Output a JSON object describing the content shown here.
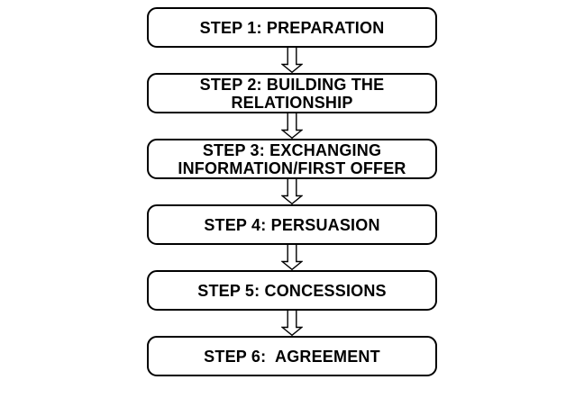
{
  "diagram": {
    "type": "flowchart",
    "direction": "top-down",
    "steps": [
      {
        "label": "STEP 1: PREPARATION"
      },
      {
        "label": "STEP 2: BUILDING THE\nRELATIONSHIP"
      },
      {
        "label": "STEP 3: EXCHANGING\nINFORMATION/FIRST OFFER"
      },
      {
        "label": "STEP 4: PERSUASION"
      },
      {
        "label": "STEP 5: CONCESSIONS"
      },
      {
        "label": "STEP 6:  AGREEMENT"
      }
    ],
    "connector": "hollow-down-arrow",
    "colors": {
      "background": "#ffffff",
      "box_fill": "#ffffff",
      "box_border": "#000000",
      "text": "#000000",
      "arrow_outline": "#000000",
      "arrow_fill": "#ffffff"
    }
  }
}
